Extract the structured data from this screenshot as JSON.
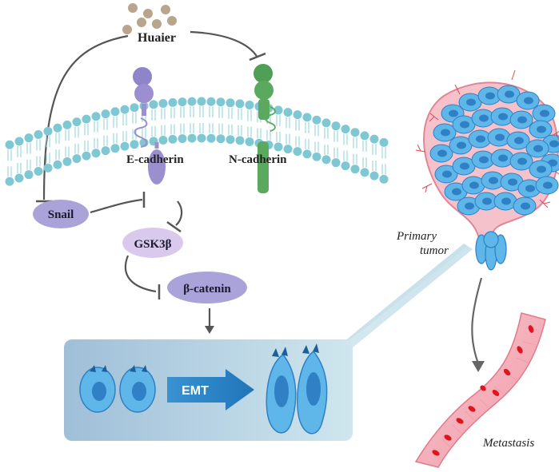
{
  "labels": {
    "huaier": "Huaier",
    "e_cadherin": "E-cadherin",
    "n_cadherin": "N-cadherin",
    "snail": "Snail",
    "gsk3b": "GSK3β",
    "b_catenin": "β-catenin",
    "emt": "EMT",
    "primary_tumor_line1": "Primary",
    "primary_tumor_line2": "tumor",
    "metastasis": "Metastasis"
  },
  "colors": {
    "membrane": "#7fc8d3",
    "e_cadherin": "#9b8fd0",
    "n_cadherin": "#5aa95e",
    "node_fill": "#a9a3d9",
    "cell_fill": "#5fb6e8",
    "cell_nucleus": "#2f80c4",
    "panel": "#b9d9e6",
    "arrow_emt": "#2d87c9",
    "tumor_outline": "#f2a7b4",
    "vessel": "#f4b7c0",
    "blood_cell": "#e0141f",
    "huaier_particles": "#b8a58c"
  }
}
